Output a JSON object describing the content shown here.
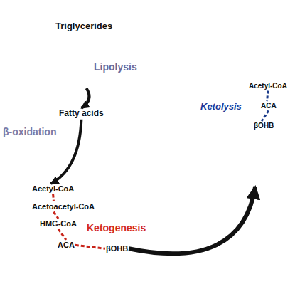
{
  "diagram": {
    "nodes": [
      {
        "text": [
          "Triglycerides"
        ]
      },
      {
        "text": [
          "Fatty acids"
        ]
      },
      {
        "text": [
          "Ketogenesis"
        ]
      },
      {
        "text": [
          "Acetyl-CoA"
        ],
        "in": 2
      },
      {
        "text": [
          "Acetoacetyl-CoA"
        ],
        "in": 2
      },
      {
        "text": [
          "HMG-CoA"
        ],
        "in": 2
      },
      {
        "text": [
          "ACA"
        ],
        "in": 2
      },
      {
        "text": [
          "βOHB"
        ],
        "in": 2
      },
      {
        "text": [
          "Ketolysis"
        ]
      },
      {
        "text": [
          "Acetyl-CoA"
        ],
        "in": 8
      },
      {
        "text": [
          "ACA"
        ],
        "in": 8
      },
      {
        "text": [
          "βOHB"
        ],
        "in": 8
      }
    ],
    "edges": [
      {
        "from": 0,
        "to": 1,
        "label": "Lipolysis",
        "arrow": "to"
      },
      {
        "from": 1,
        "to": 3,
        "label": "β-oxidation",
        "arrow": "to"
      },
      {
        "from": 3,
        "to": 4,
        "arrow": "none"
      },
      {
        "from": 4,
        "to": 5,
        "arrow": "none"
      },
      {
        "from": 5,
        "to": 6,
        "arrow": "none"
      },
      {
        "from": 6,
        "to": 7,
        "arrow": "none"
      },
      {
        "from": 7,
        "to": 8,
        "arrow": "to"
      },
      {
        "from": 9,
        "to": 10,
        "arrow": "none"
      },
      {
        "from": 10,
        "to": 11,
        "arrow": "none"
      }
    ]
  }
}
